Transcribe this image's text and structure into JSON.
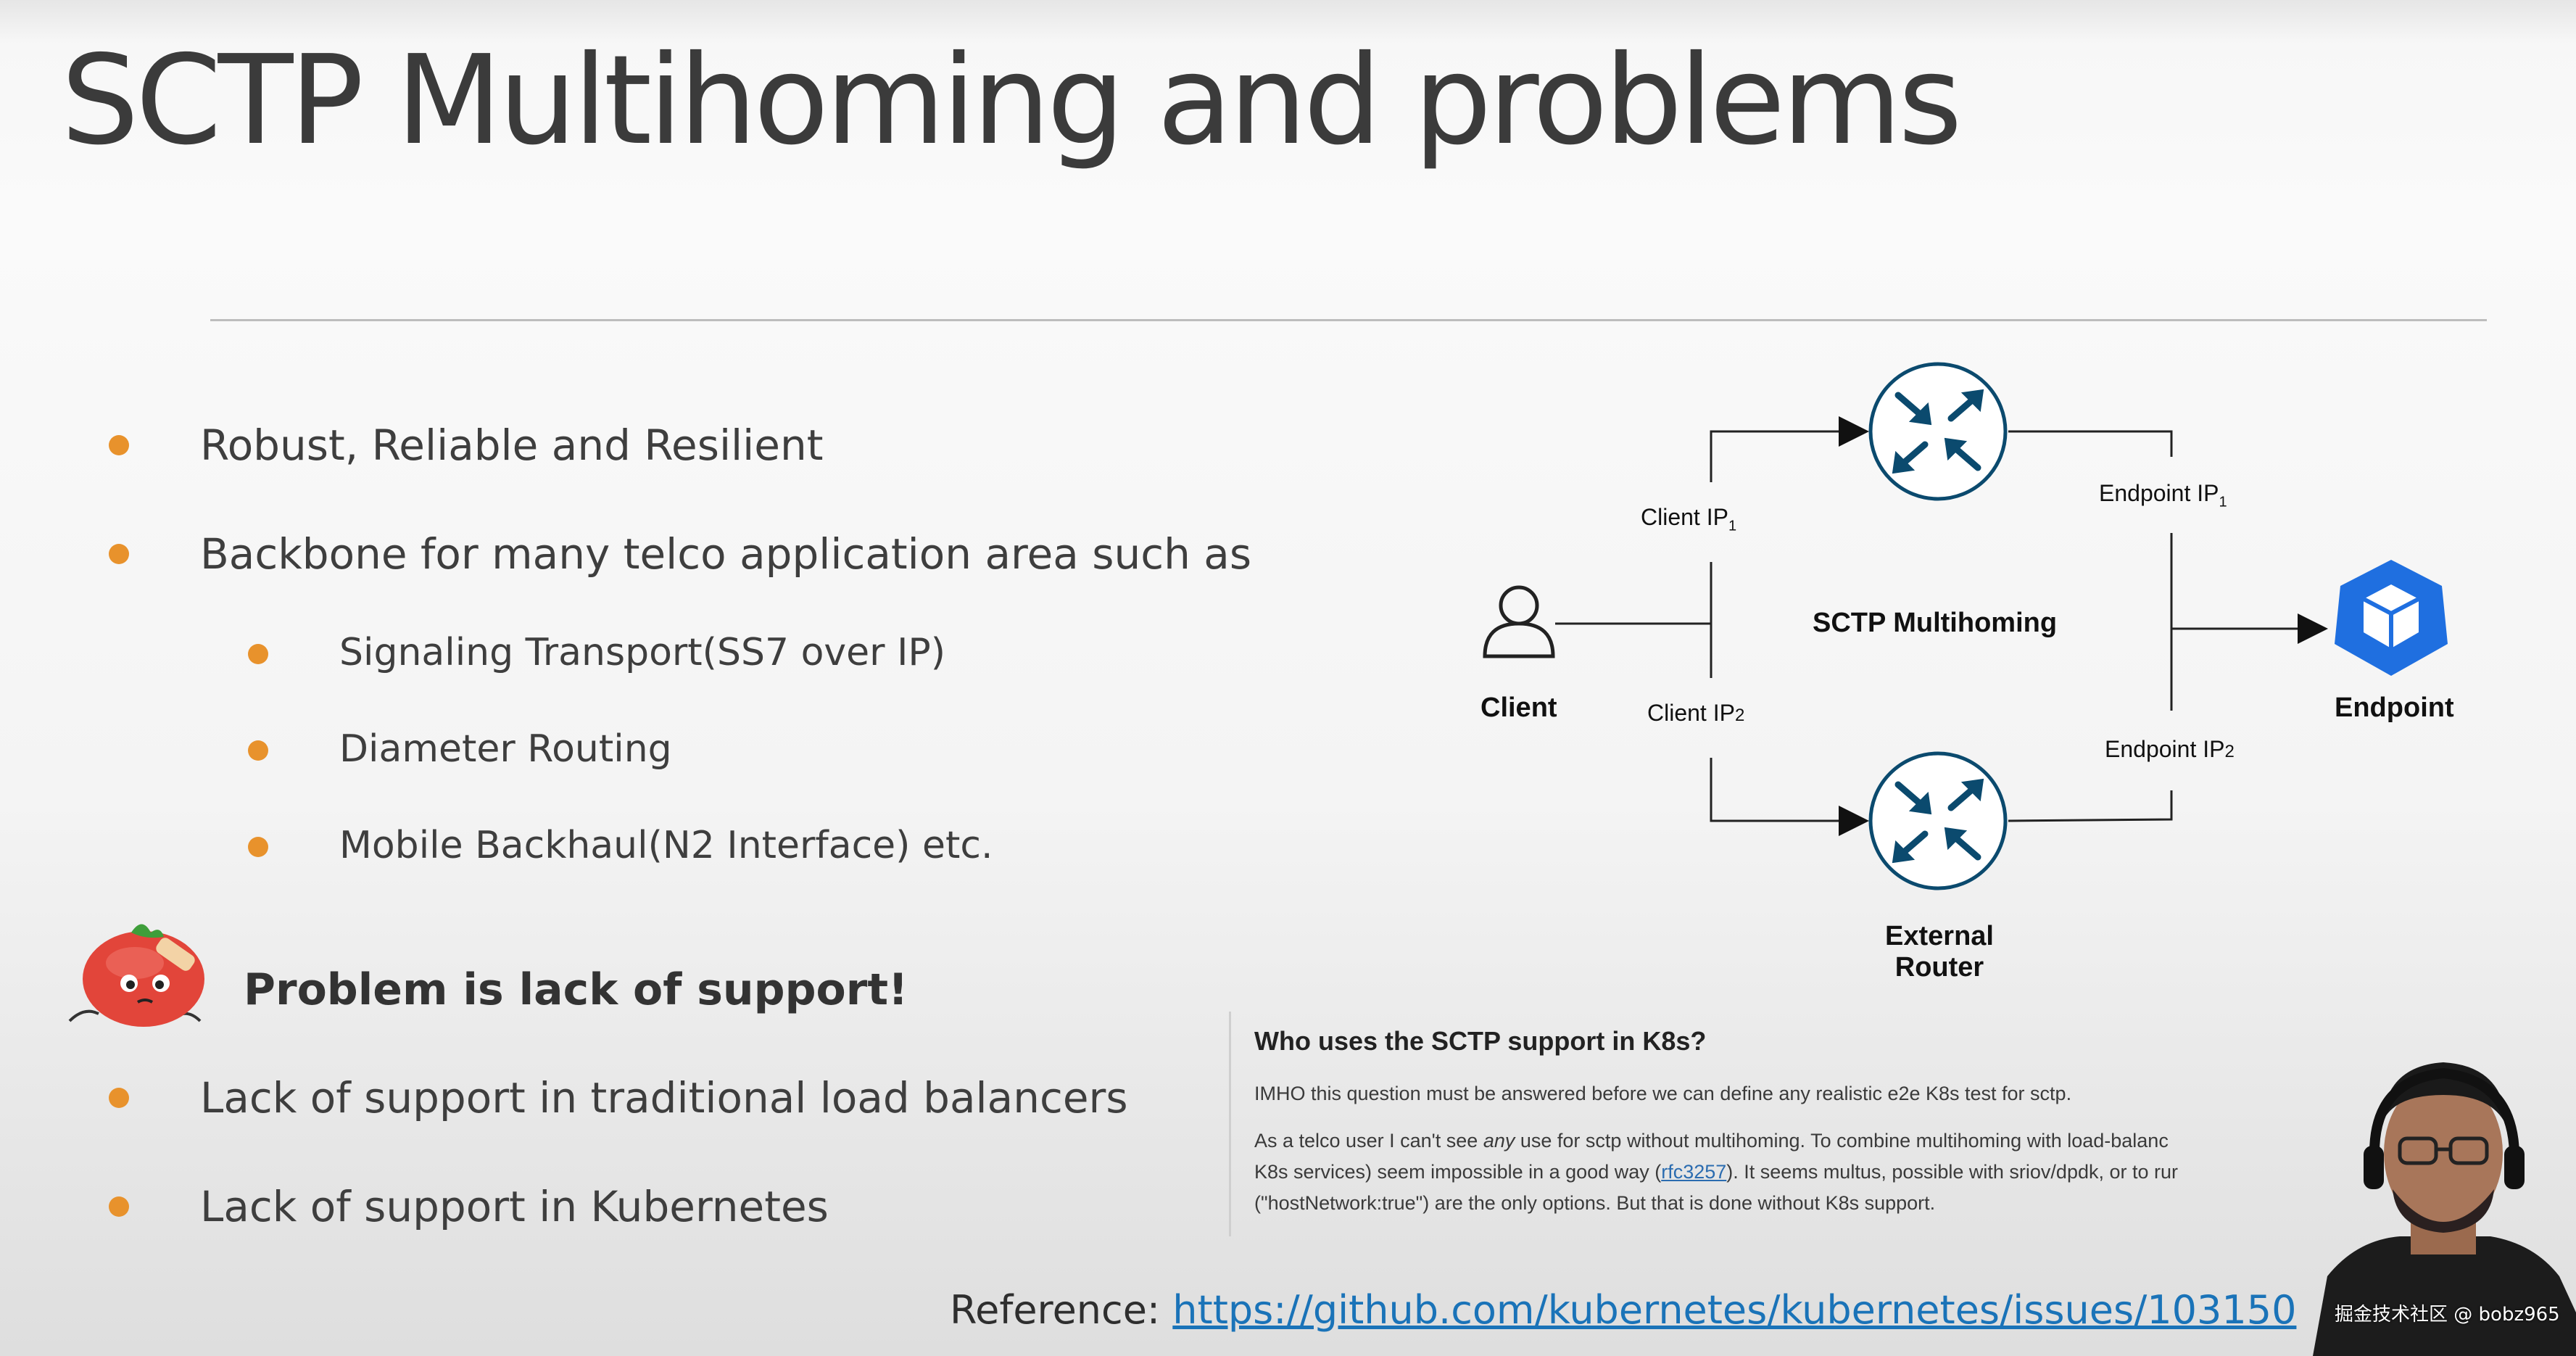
{
  "slide": {
    "title": "SCTP Multihoming and problems",
    "bullets": [
      "Robust, Reliable and Resilient",
      "Backbone for many telco application area such as"
    ],
    "sub_bullets": [
      "Signaling Transport(SS7 over IP)",
      "Diameter Routing",
      "Mobile Backhaul(N2 Interface) etc."
    ],
    "problem": "Problem is lack of support!",
    "problem_bullets": [
      "Lack of support in traditional load balancers",
      "Lack of support in Kubernetes"
    ],
    "reference_label": "Reference:",
    "reference_url": "https://github.com/kubernetes/kubernetes/issues/103150"
  },
  "diagram": {
    "client": "Client",
    "endpoint": "Endpoint",
    "center": "SCTP Multihoming",
    "client_ip1": "Client IP",
    "client_ip1_sub": "1",
    "client_ip2": "Client IP",
    "client_ip2_sub": "2",
    "endpoint_ip1": "Endpoint IP",
    "endpoint_ip1_sub": "1",
    "endpoint_ip2": "Endpoint IP",
    "endpoint_ip2_sub": "2",
    "router_label_1": "External",
    "router_label_2": "Router"
  },
  "issue": {
    "heading": "Who uses the SCTP support in K8s?",
    "para1": "IMHO this question must be answered before we can define any realistic e2e K8s test for sctp.",
    "para2_a": "As a telco user I can't see ",
    "para2_em": "any",
    "para2_b": " use for sctp without multihoming. To combine multihoming with load-balanc",
    "para3_a": "K8s services) seem impossible in a good way (",
    "para3_link": "rfc3257",
    "para3_b": "). It seems multus, possible with sriov/dpdk, or to rur",
    "para4": "(\"hostNetwork:true\") are the only options. But that is done without K8s support."
  },
  "watermark": "掘金技术社区 @ bobz965",
  "colors": {
    "bullet": "#e8922c",
    "router_arrows": "#0b4a6e",
    "endpoint_icon": "#1f6fe0",
    "link": "#1a73b8"
  }
}
